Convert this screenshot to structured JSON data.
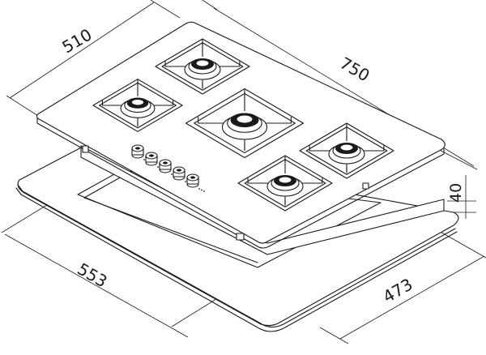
{
  "dimensions": {
    "width_top": "750",
    "depth_top": "510",
    "thickness": "40",
    "cutout_width": "553",
    "cutout_depth": "473"
  },
  "colors": {
    "line": "#1a1a1a",
    "background": "#ffffff"
  },
  "burners": [
    {
      "name": "back-left"
    },
    {
      "name": "middle-left"
    },
    {
      "name": "center-wok"
    },
    {
      "name": "right"
    },
    {
      "name": "front-right"
    }
  ],
  "knobs_count": 5
}
